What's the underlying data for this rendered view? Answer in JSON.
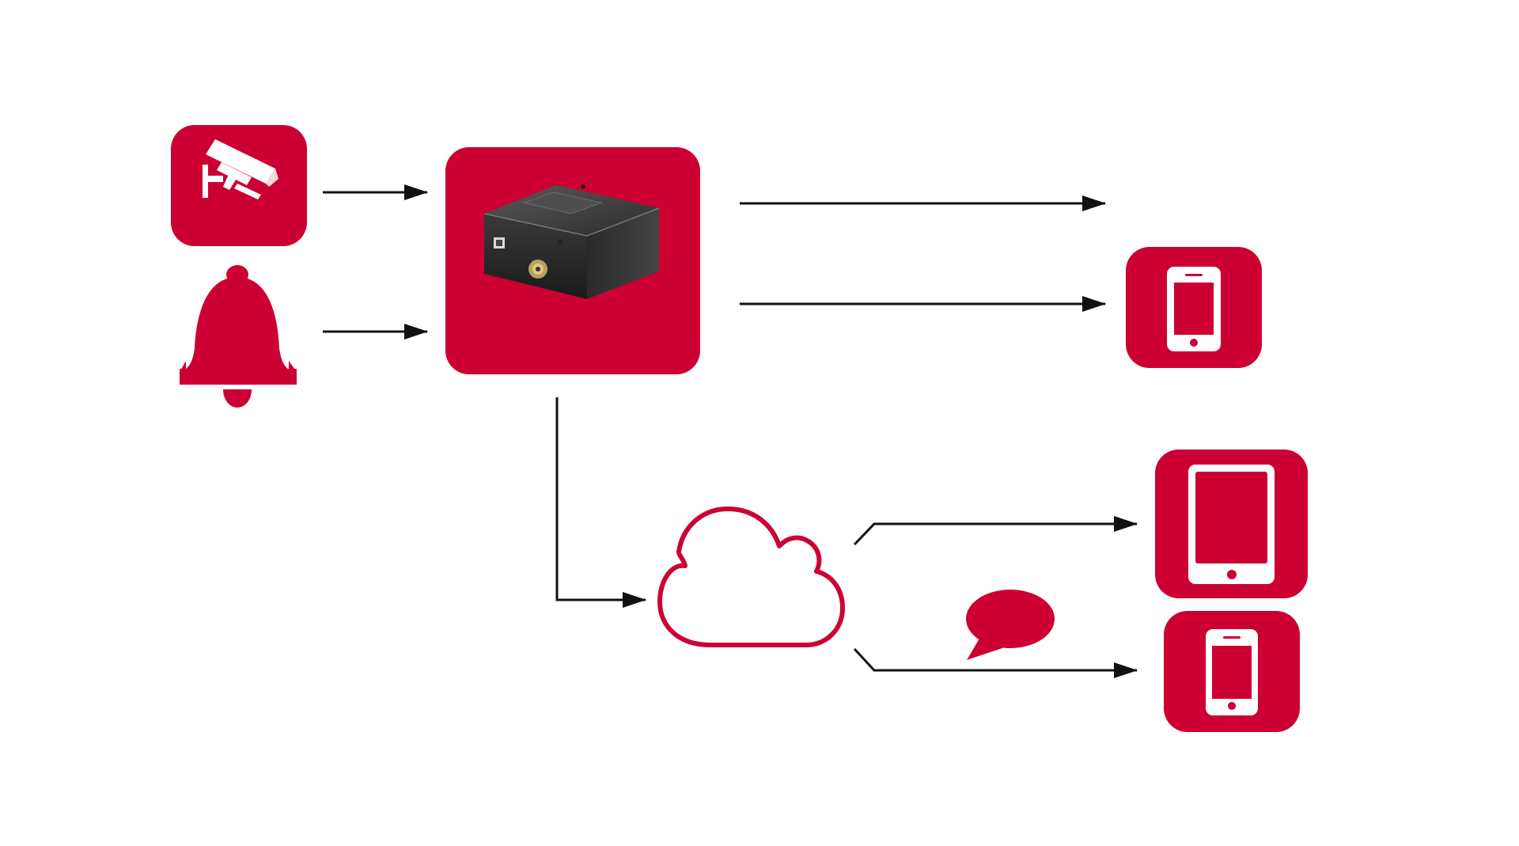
{
  "diagram": {
    "accent_color": "#cc0033",
    "line_color": "#111111",
    "background": "#ffffff",
    "nodes": [
      {
        "id": "camera",
        "icon": "security-camera-icon"
      },
      {
        "id": "alarm",
        "icon": "bell-icon"
      },
      {
        "id": "gateway",
        "icon": "gsm-gateway-device-icon"
      },
      {
        "id": "phone-direct",
        "icon": "smartphone-icon"
      },
      {
        "id": "cloud",
        "icon": "cloud-icon"
      },
      {
        "id": "tablet",
        "icon": "tablet-icon"
      },
      {
        "id": "phone-cloud",
        "icon": "smartphone-icon"
      },
      {
        "id": "message",
        "icon": "speech-bubble-icon"
      }
    ],
    "connections": [
      {
        "from": "camera",
        "to": "gateway"
      },
      {
        "from": "alarm",
        "to": "gateway"
      },
      {
        "from": "gateway",
        "to": "phone-direct"
      },
      {
        "from": "gateway",
        "to": "phone-direct"
      },
      {
        "from": "gateway",
        "to": "cloud"
      },
      {
        "from": "cloud",
        "to": "tablet"
      },
      {
        "from": "cloud",
        "to": "phone-cloud"
      }
    ]
  }
}
